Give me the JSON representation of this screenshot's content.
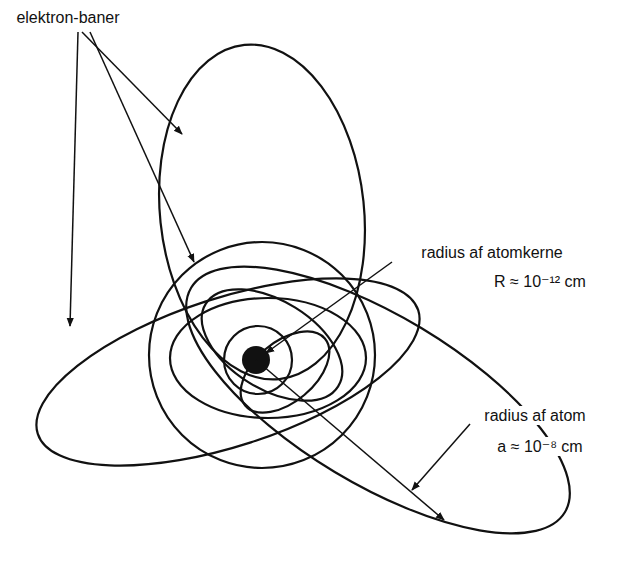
{
  "diagram": {
    "labels": [
      "elektron-baner",
      "radius af atomkerne",
      "R ≈ 10⁻¹² cm",
      "radius af atom",
      "a ≈ 10⁻⁸ cm"
    ]
  }
}
